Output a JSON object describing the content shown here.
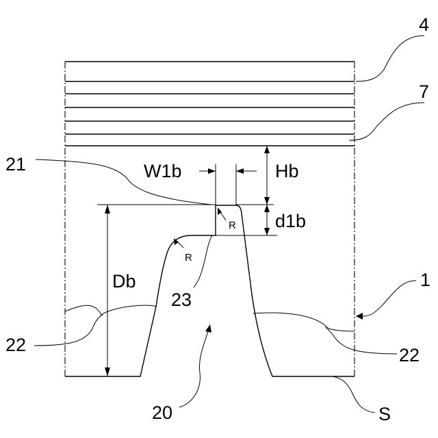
{
  "labels": {
    "ref_4": "4",
    "ref_7": "7",
    "ref_21": "21",
    "ref_w1b": "W1b",
    "ref_hb": "Hb",
    "ref_d1b": "d1b",
    "ref_r_upper": "R",
    "ref_r_lower": "R",
    "ref_db": "Db",
    "ref_23": "23",
    "ref_1": "1",
    "ref_22_left": "22",
    "ref_22_right": "22",
    "ref_20": "20",
    "ref_s": "S"
  }
}
